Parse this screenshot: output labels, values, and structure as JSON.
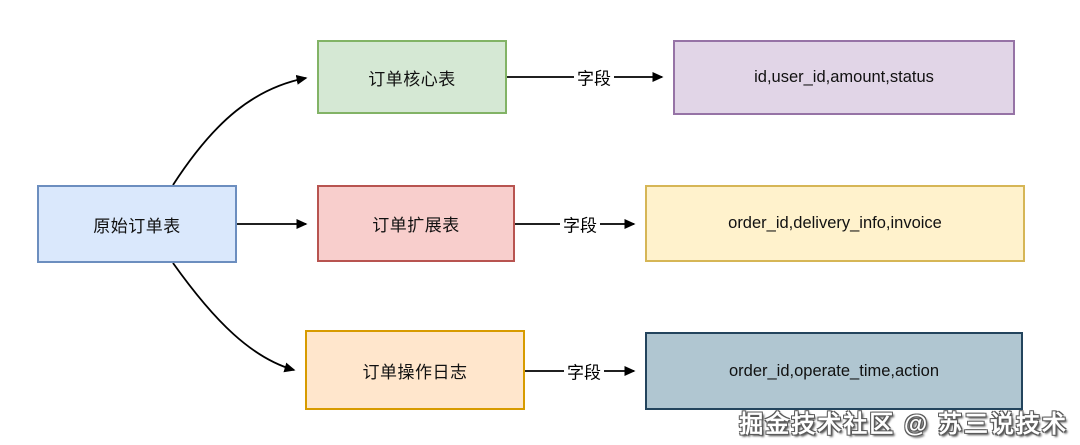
{
  "diagram": {
    "source_table": {
      "label": "原始订单表",
      "fill": "#dae8fc",
      "border": "#6c8ebf"
    },
    "splits": [
      {
        "table": {
          "label": "订单核心表",
          "fill": "#d5e8d4",
          "border": "#82b366"
        },
        "edge_label": "字段",
        "fields": {
          "label": "id,user_id,amount,status",
          "fill": "#e1d5e7",
          "border": "#9673a6"
        }
      },
      {
        "table": {
          "label": "订单扩展表",
          "fill": "#f8cecc",
          "border": "#b85450"
        },
        "edge_label": "字段",
        "fields": {
          "label": "order_id,delivery_info,invoice",
          "fill": "#fff2cc",
          "border": "#d6b656"
        }
      },
      {
        "table": {
          "label": "订单操作日志",
          "fill": "#ffe6cc",
          "border": "#d79b00"
        },
        "edge_label": "字段",
        "fields": {
          "label": "order_id,operate_time,action",
          "fill": "#b0c6d1",
          "border": "#23445d"
        }
      }
    ],
    "arrow_color": "#000000",
    "watermark": "掘金技术社区 @ 苏三说技术"
  }
}
